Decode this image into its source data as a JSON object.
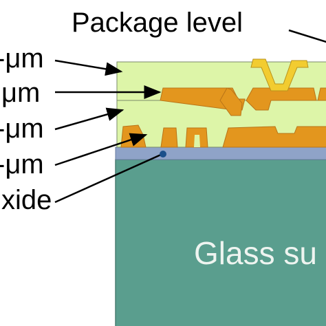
{
  "labels": {
    "package_level": "Package level",
    "layer1": "-μm",
    "layer2": "μm",
    "layer3": "-μm",
    "layer4": "-μm",
    "oxide": "xide",
    "substrate": "Glass su"
  },
  "colors": {
    "substrate": "#5a9e8e",
    "oxide": "#8fa3c8",
    "dielectric": "#ddf5a8",
    "metal": "#e3961e",
    "top_metal": "#f2cc30",
    "outline": "#7a8a6a"
  }
}
